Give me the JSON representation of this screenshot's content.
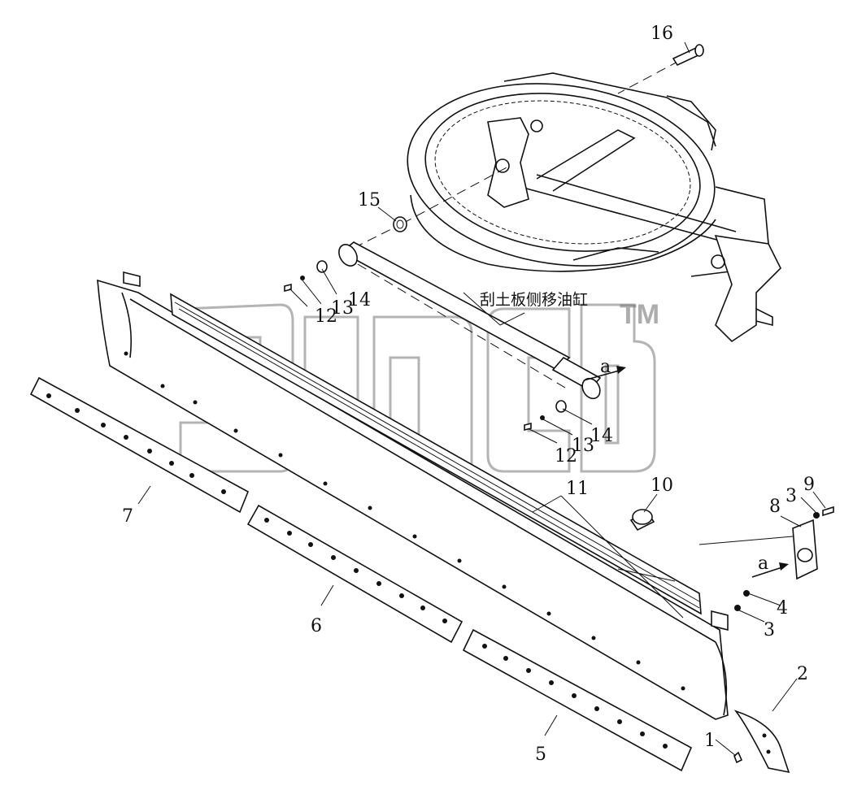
{
  "diagram": {
    "caption_cn": "刮土板侧移油缸",
    "direction_label": "a",
    "watermark_tm": "TM",
    "part_labels": [
      "1",
      "2",
      "3",
      "3",
      "4",
      "5",
      "6",
      "7",
      "8",
      "9",
      "10",
      "11",
      "12",
      "12",
      "13",
      "13",
      "14",
      "14",
      "15",
      "16"
    ]
  }
}
